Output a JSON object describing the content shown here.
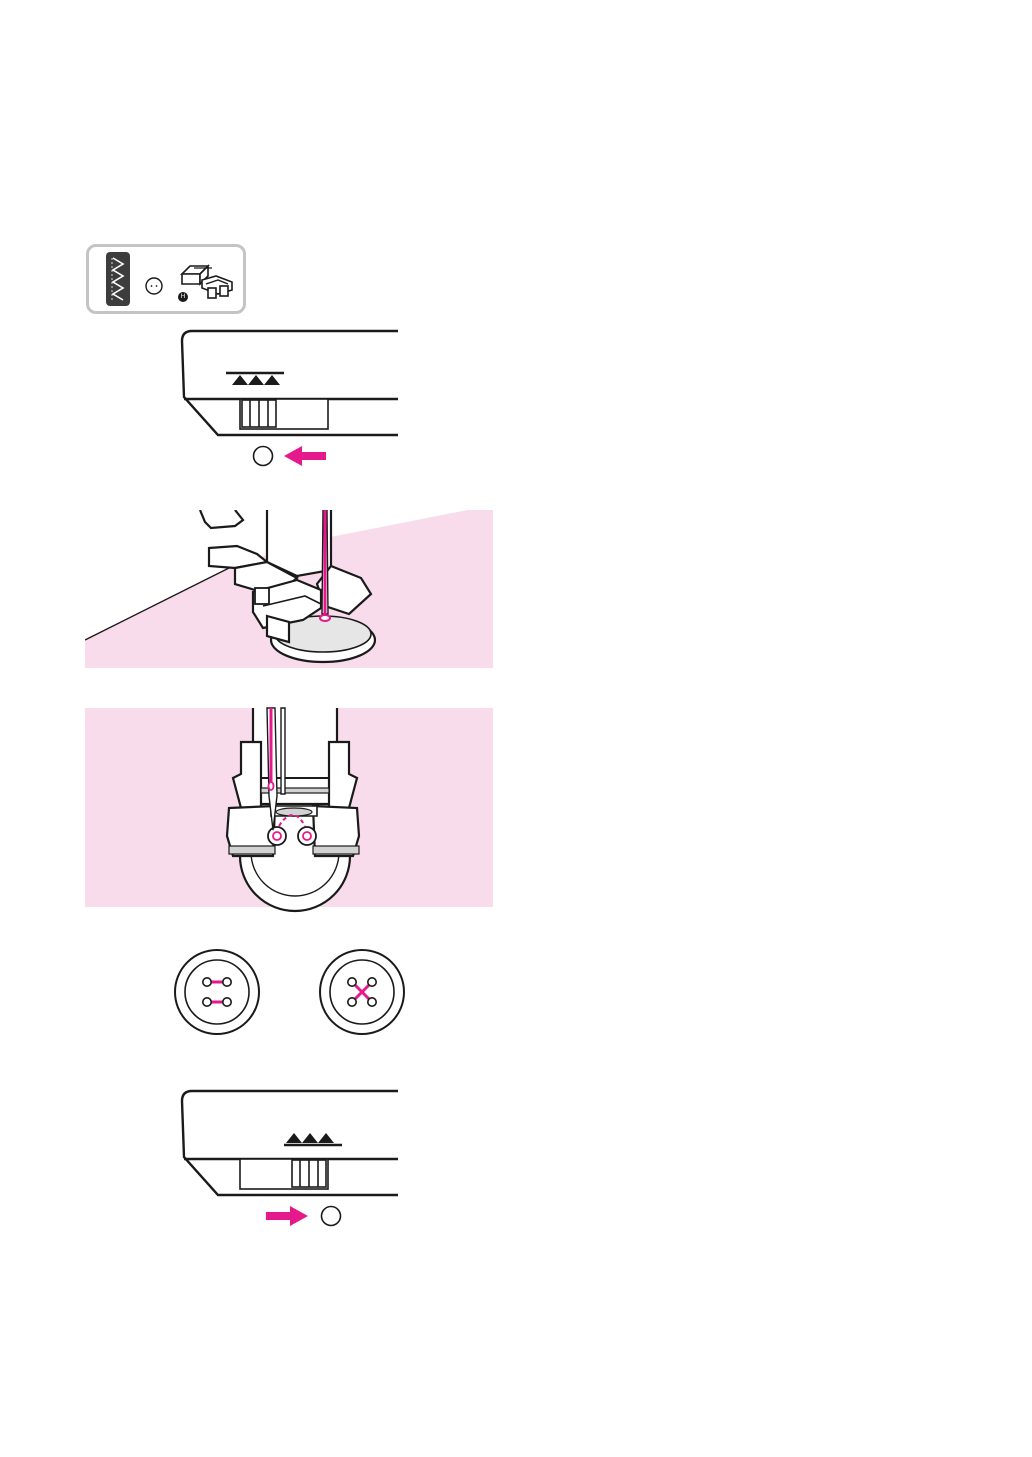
{
  "colors": {
    "accent": "#e5198c",
    "fabric": "#f9dcec",
    "line": "#1a1a1a",
    "panel_border": "#c4c4c4",
    "gray_fill": "#e6e6e6"
  },
  "legend": {
    "stitch_icon": "zigzag-stitch-icon",
    "stitch_length_icon": "stitch-length-zero-icon",
    "presser_foot_icon": "button-sewing-foot-icon",
    "presser_foot_letter": "H"
  },
  "steps": [
    {
      "id": "lower-feed-dogs",
      "icon": "feed-dog-triangles-icon",
      "arrow": "left"
    },
    {
      "id": "position-button",
      "icon": "presser-foot-button-icon"
    },
    {
      "id": "sew-button-holes",
      "icon": "needle-thread-icon"
    },
    {
      "id": "sewing-patterns",
      "icon": "four-hole-button-icon"
    },
    {
      "id": "raise-feed-dogs",
      "icon": "feed-dog-triangles-icon",
      "arrow": "right"
    }
  ]
}
